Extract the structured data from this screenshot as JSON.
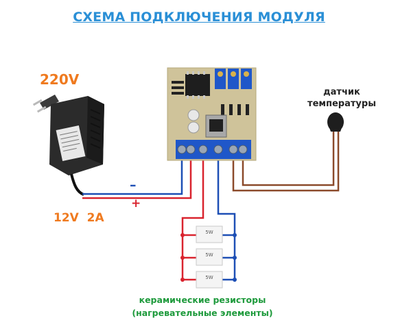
{
  "title": "СХЕМА ПОДКЛЮЧЕНИЯ МОДУЛЯ",
  "mains_voltage": "220V",
  "supply_output": "12V  2A",
  "polarity": {
    "negative": "–",
    "positive": "+"
  },
  "sensor_label": {
    "line1": "датчик",
    "line2": "температуры"
  },
  "resistors": {
    "line1": "керамические резисторы",
    "line2": "(нагревательные элементы)",
    "rating": "5W"
  },
  "colors": {
    "title": "#2a8fd6",
    "voltage": "#ef7a1f",
    "negative_wire": "#1d4fb5",
    "positive_wire": "#d9232e",
    "sensor_wire": "#8b4a2a",
    "resistor_label": "#1e9a3c"
  }
}
